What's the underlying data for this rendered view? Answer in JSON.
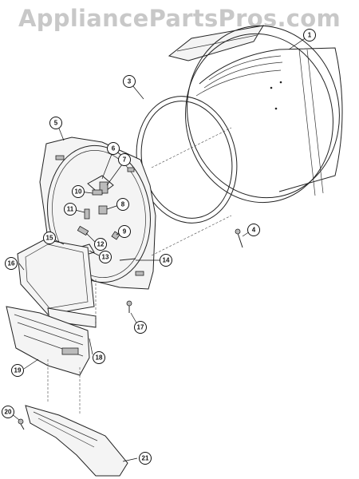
{
  "watermark": "AppliancePartsPros.com",
  "callouts": [
    {
      "id": "1",
      "label": "1"
    },
    {
      "id": "3",
      "label": "3"
    },
    {
      "id": "4",
      "label": "4"
    },
    {
      "id": "5",
      "label": "5"
    },
    {
      "id": "6",
      "label": "6"
    },
    {
      "id": "7",
      "label": "7"
    },
    {
      "id": "8",
      "label": "8"
    },
    {
      "id": "9",
      "label": "9"
    },
    {
      "id": "10",
      "label": "10"
    },
    {
      "id": "11",
      "label": "11"
    },
    {
      "id": "12",
      "label": "12"
    },
    {
      "id": "13",
      "label": "13"
    },
    {
      "id": "14",
      "label": "14"
    },
    {
      "id": "15",
      "label": "15"
    },
    {
      "id": "16",
      "label": "16"
    },
    {
      "id": "17",
      "label": "17"
    },
    {
      "id": "18",
      "label": "18"
    },
    {
      "id": "19",
      "label": "19"
    },
    {
      "id": "20",
      "label": "20"
    },
    {
      "id": "21",
      "label": "21"
    }
  ]
}
